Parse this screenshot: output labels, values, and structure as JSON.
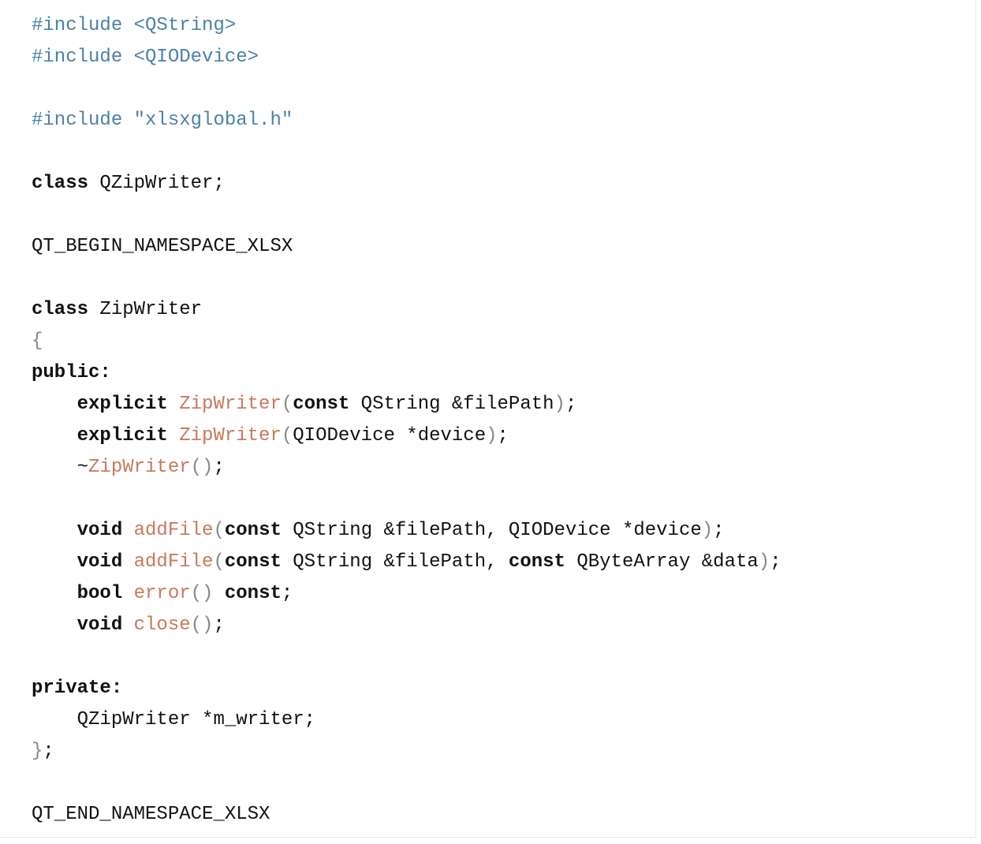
{
  "colors": {
    "preprocessor": "#4a82a8",
    "keyword": "#111111",
    "function": "#c87a5a",
    "punctuation": "#888888",
    "text": "#111111",
    "background": "#ffffff"
  },
  "code_lines": [
    [
      {
        "t": "pp",
        "v": "#include <QString>"
      }
    ],
    [
      {
        "t": "pp",
        "v": "#include <QIODevice>"
      }
    ],
    [],
    [
      {
        "t": "pp",
        "v": "#include \"xlsxglobal.h\""
      }
    ],
    [],
    [
      {
        "t": "kw",
        "v": "class"
      },
      {
        "t": "tx",
        "v": " QZipWriter;"
      }
    ],
    [],
    [
      {
        "t": "tx",
        "v": "QT_BEGIN_NAMESPACE_XLSX"
      }
    ],
    [],
    [
      {
        "t": "kw",
        "v": "class"
      },
      {
        "t": "tx",
        "v": " ZipWriter"
      }
    ],
    [
      {
        "t": "pn",
        "v": "{"
      }
    ],
    [
      {
        "t": "kw",
        "v": "public:"
      }
    ],
    [
      {
        "t": "tx",
        "v": "    "
      },
      {
        "t": "kw",
        "v": "explicit"
      },
      {
        "t": "tx",
        "v": " "
      },
      {
        "t": "fn",
        "v": "ZipWriter"
      },
      {
        "t": "pn",
        "v": "("
      },
      {
        "t": "kw",
        "v": "const"
      },
      {
        "t": "tx",
        "v": " QString &filePath"
      },
      {
        "t": "pn",
        "v": ")"
      },
      {
        "t": "tx",
        "v": ";"
      }
    ],
    [
      {
        "t": "tx",
        "v": "    "
      },
      {
        "t": "kw",
        "v": "explicit"
      },
      {
        "t": "tx",
        "v": " "
      },
      {
        "t": "fn",
        "v": "ZipWriter"
      },
      {
        "t": "pn",
        "v": "("
      },
      {
        "t": "tx",
        "v": "QIODevice *device"
      },
      {
        "t": "pn",
        "v": ")"
      },
      {
        "t": "tx",
        "v": ";"
      }
    ],
    [
      {
        "t": "tx",
        "v": "    ~"
      },
      {
        "t": "fn",
        "v": "ZipWriter"
      },
      {
        "t": "pn",
        "v": "()"
      },
      {
        "t": "tx",
        "v": ";"
      }
    ],
    [],
    [
      {
        "t": "tx",
        "v": "    "
      },
      {
        "t": "kw",
        "v": "void"
      },
      {
        "t": "tx",
        "v": " "
      },
      {
        "t": "fn",
        "v": "addFile"
      },
      {
        "t": "pn",
        "v": "("
      },
      {
        "t": "kw",
        "v": "const"
      },
      {
        "t": "tx",
        "v": " QString &filePath, QIODevice *device"
      },
      {
        "t": "pn",
        "v": ")"
      },
      {
        "t": "tx",
        "v": ";"
      }
    ],
    [
      {
        "t": "tx",
        "v": "    "
      },
      {
        "t": "kw",
        "v": "void"
      },
      {
        "t": "tx",
        "v": " "
      },
      {
        "t": "fn",
        "v": "addFile"
      },
      {
        "t": "pn",
        "v": "("
      },
      {
        "t": "kw",
        "v": "const"
      },
      {
        "t": "tx",
        "v": " QString &filePath, "
      },
      {
        "t": "kw",
        "v": "const"
      },
      {
        "t": "tx",
        "v": " QByteArray &data"
      },
      {
        "t": "pn",
        "v": ")"
      },
      {
        "t": "tx",
        "v": ";"
      }
    ],
    [
      {
        "t": "tx",
        "v": "    "
      },
      {
        "t": "kw",
        "v": "bool"
      },
      {
        "t": "tx",
        "v": " "
      },
      {
        "t": "fn",
        "v": "error"
      },
      {
        "t": "pn",
        "v": "()"
      },
      {
        "t": "tx",
        "v": " "
      },
      {
        "t": "kw",
        "v": "const"
      },
      {
        "t": "tx",
        "v": ";"
      }
    ],
    [
      {
        "t": "tx",
        "v": "    "
      },
      {
        "t": "kw",
        "v": "void"
      },
      {
        "t": "tx",
        "v": " "
      },
      {
        "t": "fn",
        "v": "close"
      },
      {
        "t": "pn",
        "v": "()"
      },
      {
        "t": "tx",
        "v": ";"
      }
    ],
    [],
    [
      {
        "t": "kw",
        "v": "private:"
      }
    ],
    [
      {
        "t": "tx",
        "v": "    QZipWriter *m_writer;"
      }
    ],
    [
      {
        "t": "pn",
        "v": "}"
      },
      {
        "t": "tx",
        "v": ";"
      }
    ],
    [],
    [
      {
        "t": "tx",
        "v": "QT_END_NAMESPACE_XLSX"
      }
    ]
  ]
}
